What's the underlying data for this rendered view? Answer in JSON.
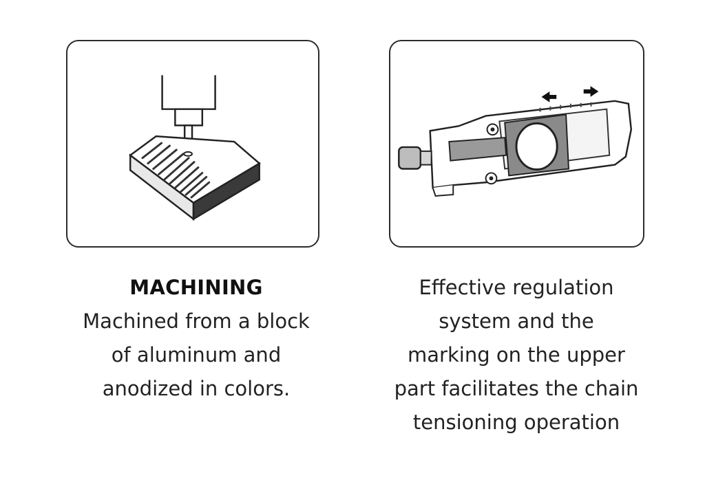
{
  "features": [
    {
      "icon": "machining-icon",
      "title": "MACHINING",
      "lines": [
        "Machined from a block",
        "of aluminum and",
        "anodized in colors."
      ]
    },
    {
      "icon": "chain-tensioner-icon",
      "title": "",
      "lines": [
        "Effective regulation",
        "system and the",
        "marking on the upper",
        "part facilitates the chain",
        "tensioning operation"
      ]
    }
  ]
}
